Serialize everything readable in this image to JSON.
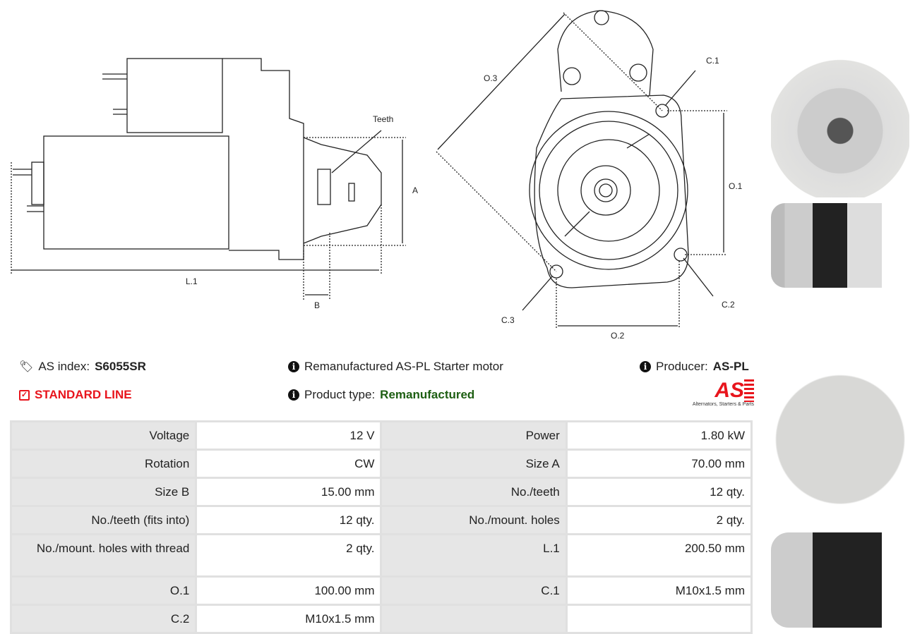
{
  "drawing_labels": {
    "teeth": "Teeth",
    "a": "A",
    "l1": "L.1",
    "b": "B",
    "o3": "O.3",
    "c1": "C.1",
    "o1": "O.1",
    "c2": "C.2",
    "c3": "C.3",
    "o2": "O.2"
  },
  "info": {
    "as_index_label": "AS index:",
    "as_index_value": "S6055SR",
    "standard_line": "STANDARD LINE",
    "description": "Remanufactured AS-PL Starter motor",
    "product_type_label": "Product type:",
    "product_type_value": "Remanufactured",
    "producer_label": "Producer:",
    "producer_value": "AS-PL",
    "logo_text": "AS",
    "logo_tagline": "Alternators, Starters & Parts"
  },
  "colors": {
    "red": "#e8141c",
    "green": "#1d5e12"
  },
  "specs": [
    [
      "Voltage",
      "12 V",
      "Power",
      "1.80 kW"
    ],
    [
      "Rotation",
      "CW",
      "Size A",
      "70.00 mm"
    ],
    [
      "Size B",
      "15.00 mm",
      "No./teeth",
      "12 qty."
    ],
    [
      "No./teeth (fits into)",
      "12 qty.",
      "No./mount. holes",
      "2 qty."
    ],
    [
      "No./mount. holes with thread",
      "2 qty.",
      "L.1",
      "200.50 mm"
    ],
    [
      "O.1",
      "100.00 mm",
      "C.1",
      "M10x1.5 mm"
    ],
    [
      "C.2",
      "M10x1.5 mm",
      "",
      ""
    ]
  ]
}
